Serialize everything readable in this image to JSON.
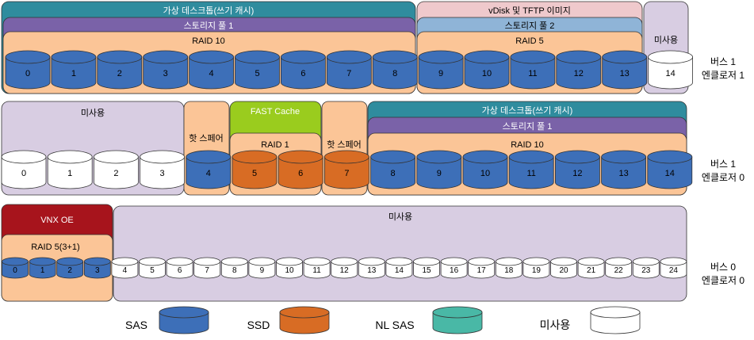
{
  "colors": {
    "teal": "#2f8c9e",
    "purple": "#7a62a8",
    "peach": "#fbc597",
    "lavender": "#d8cde2",
    "pink": "#efc9cc",
    "lightblue": "#8fb4d7",
    "green": "#9acc1e",
    "darkred": "#a7141c",
    "sas_blue": "#3d6fb8",
    "ssd_orange": "#d86c24",
    "nlsas_teal": "#49b8a6",
    "unused_white": "#ffffff"
  },
  "row1": {
    "teal_label": "가상 데스크톱(쓰기 캐시)",
    "pink_label": "vDisk 및 TFTP 이미지",
    "pool1_label": "스토리지 풀 1",
    "pool2_label": "스토리지 풀 2",
    "raid10_label": "RAID 10",
    "raid5_label": "RAID 5",
    "unused_label": "미사용",
    "bus_label": "버스 1",
    "enclosure_label": "엔클로저 1",
    "disks": [
      {
        "label": "0",
        "type": "sas"
      },
      {
        "label": "1",
        "type": "sas"
      },
      {
        "label": "2",
        "type": "sas"
      },
      {
        "label": "3",
        "type": "sas"
      },
      {
        "label": "4",
        "type": "sas"
      },
      {
        "label": "5",
        "type": "sas"
      },
      {
        "label": "6",
        "type": "sas"
      },
      {
        "label": "7",
        "type": "sas"
      },
      {
        "label": "8",
        "type": "sas"
      },
      {
        "label": "9",
        "type": "sas"
      },
      {
        "label": "10",
        "type": "sas"
      },
      {
        "label": "11",
        "type": "sas"
      },
      {
        "label": "12",
        "type": "sas"
      },
      {
        "label": "13",
        "type": "sas"
      },
      {
        "label": "14",
        "type": "unused"
      }
    ]
  },
  "row2": {
    "unused_label": "미사용",
    "hot_spare1_label": "핫 스페어",
    "fast_cache_label": "FAST Cache",
    "raid1_label": "RAID 1",
    "hot_spare2_label": "핫 스페어",
    "teal_label": "가상 데스크톱(쓰기 캐시)",
    "pool1_label": "스토리지 풀 1",
    "raid10_label": "RAID 10",
    "bus_label": "버스 1",
    "enclosure_label": "엔클로저 0",
    "disks": [
      {
        "label": "0",
        "type": "unused"
      },
      {
        "label": "1",
        "type": "unused"
      },
      {
        "label": "2",
        "type": "unused"
      },
      {
        "label": "3",
        "type": "unused"
      },
      {
        "label": "4",
        "type": "sas"
      },
      {
        "label": "5",
        "type": "ssd"
      },
      {
        "label": "6",
        "type": "ssd"
      },
      {
        "label": "7",
        "type": "ssd"
      },
      {
        "label": "8",
        "type": "sas"
      },
      {
        "label": "9",
        "type": "sas"
      },
      {
        "label": "10",
        "type": "sas"
      },
      {
        "label": "11",
        "type": "sas"
      },
      {
        "label": "12",
        "type": "sas"
      },
      {
        "label": "13",
        "type": "sas"
      },
      {
        "label": "14",
        "type": "sas"
      }
    ]
  },
  "row3": {
    "vnx_label": "VNX OE",
    "raid5_label": "RAID 5(3+1)",
    "unused_label": "미사용",
    "bus_label": "버스 0",
    "enclosure_label": "엔클로저 0",
    "disks": [
      {
        "label": "0",
        "type": "sas"
      },
      {
        "label": "1",
        "type": "sas"
      },
      {
        "label": "2",
        "type": "sas"
      },
      {
        "label": "3",
        "type": "sas"
      },
      {
        "label": "4",
        "type": "unused"
      },
      {
        "label": "5",
        "type": "unused"
      },
      {
        "label": "6",
        "type": "unused"
      },
      {
        "label": "7",
        "type": "unused"
      },
      {
        "label": "8",
        "type": "unused"
      },
      {
        "label": "9",
        "type": "unused"
      },
      {
        "label": "10",
        "type": "unused"
      },
      {
        "label": "11",
        "type": "unused"
      },
      {
        "label": "12",
        "type": "unused"
      },
      {
        "label": "13",
        "type": "unused"
      },
      {
        "label": "14",
        "type": "unused"
      },
      {
        "label": "15",
        "type": "unused"
      },
      {
        "label": "16",
        "type": "unused"
      },
      {
        "label": "17",
        "type": "unused"
      },
      {
        "label": "18",
        "type": "unused"
      },
      {
        "label": "19",
        "type": "unused"
      },
      {
        "label": "20",
        "type": "unused"
      },
      {
        "label": "21",
        "type": "unused"
      },
      {
        "label": "22",
        "type": "unused"
      },
      {
        "label": "23",
        "type": "unused"
      },
      {
        "label": "24",
        "type": "unused"
      }
    ]
  },
  "legend": [
    {
      "label": "SAS",
      "type": "sas"
    },
    {
      "label": "SSD",
      "type": "ssd"
    },
    {
      "label": "NL SAS",
      "type": "nlsas"
    },
    {
      "label": "미사용",
      "type": "unused"
    }
  ]
}
